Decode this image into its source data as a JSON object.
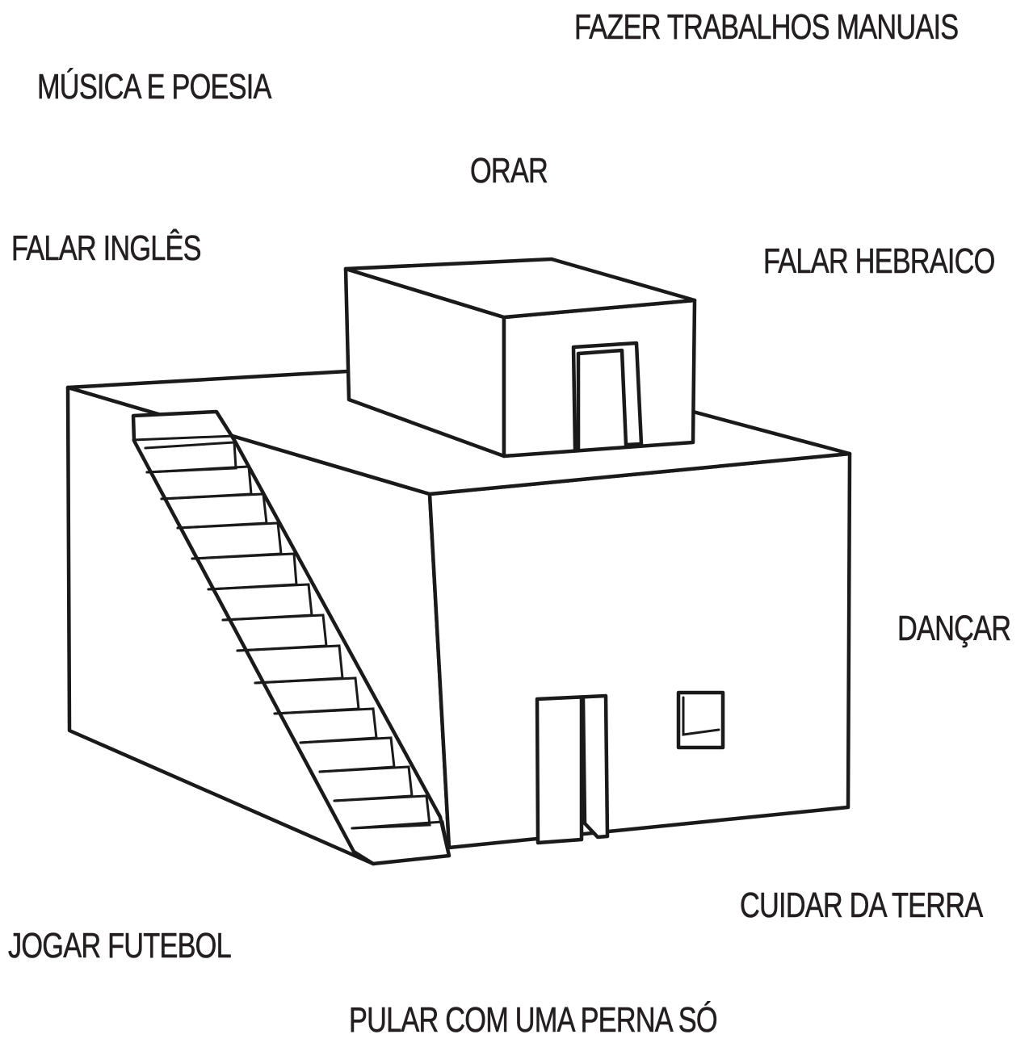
{
  "labels": {
    "fazer_trabalhos_manuais": "FAZER TRABALHOS MANUAIS",
    "musica_e_poesia": "MÚSICA E POESIA",
    "orar": "ORAR",
    "falar_ingles": "FALAR INGLÊS",
    "falar_hebraico": "FALAR HEBRAICO",
    "dancar": "DANÇAR",
    "cuidar_da_terra": "CUIDAR DA TERRA",
    "jogar_futebol": "JOGAR FUTEBOL",
    "pular_com_uma_perna_so": "PULAR COM UMA PERNA SÓ"
  },
  "colors": {
    "ink": "#1a1a1a",
    "text": "#231f20",
    "background": "#ffffff"
  }
}
